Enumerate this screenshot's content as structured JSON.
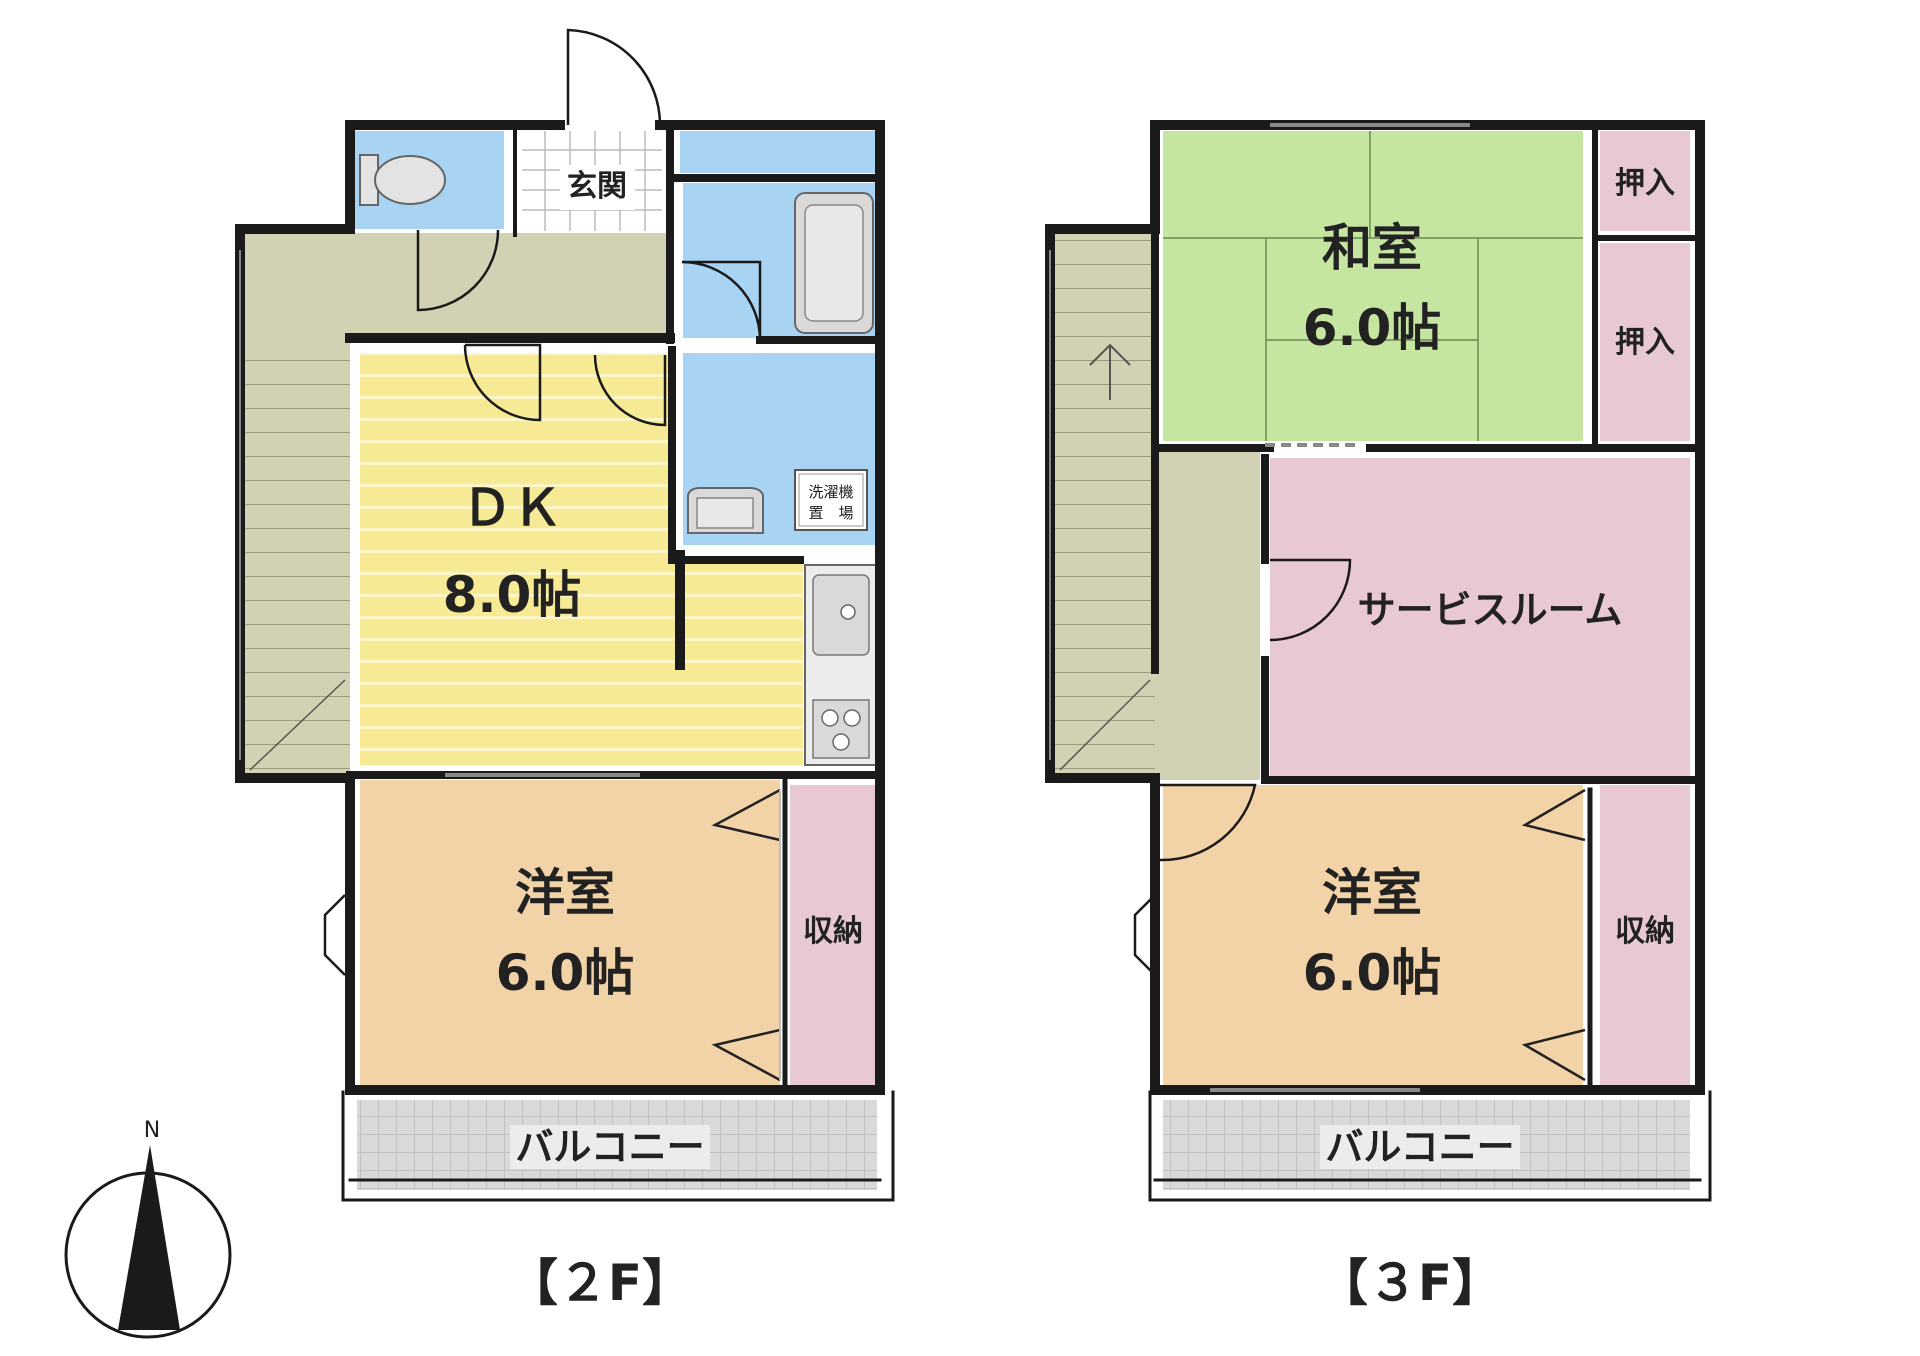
{
  "floors": [
    {
      "label": "【２F】",
      "rooms": {
        "dk": {
          "name": "ＤＫ",
          "size": "8.0帖"
        },
        "western": {
          "name": "洋室",
          "size": "6.0帖"
        },
        "storage": "収納",
        "entrance": "玄関",
        "washer": [
          "洗濯機",
          "置　場"
        ],
        "balcony": "バルコニー"
      }
    },
    {
      "label": "【３F】",
      "rooms": {
        "japanese": {
          "name": "和室",
          "size": "6.0帖"
        },
        "closet_top": "押入",
        "closet_mid": "押入",
        "service_room": "サービスルーム",
        "western": {
          "name": "洋室",
          "size": "6.0帖"
        },
        "storage": "収納",
        "balcony": "バルコニー"
      }
    }
  ],
  "compass": {
    "north_label": "N"
  },
  "colors": {
    "dk_floor": "#f7ea95",
    "dk_stripe": "#fdf6c6",
    "western": "#f2d3a8",
    "japanese": "#c5e5a0",
    "storage": "#e8c9d3",
    "hall": "#d3d1b3",
    "wet_area": "#a9d3f2",
    "balcony": "#d9d9d9",
    "wall": "#1a1a1a"
  }
}
